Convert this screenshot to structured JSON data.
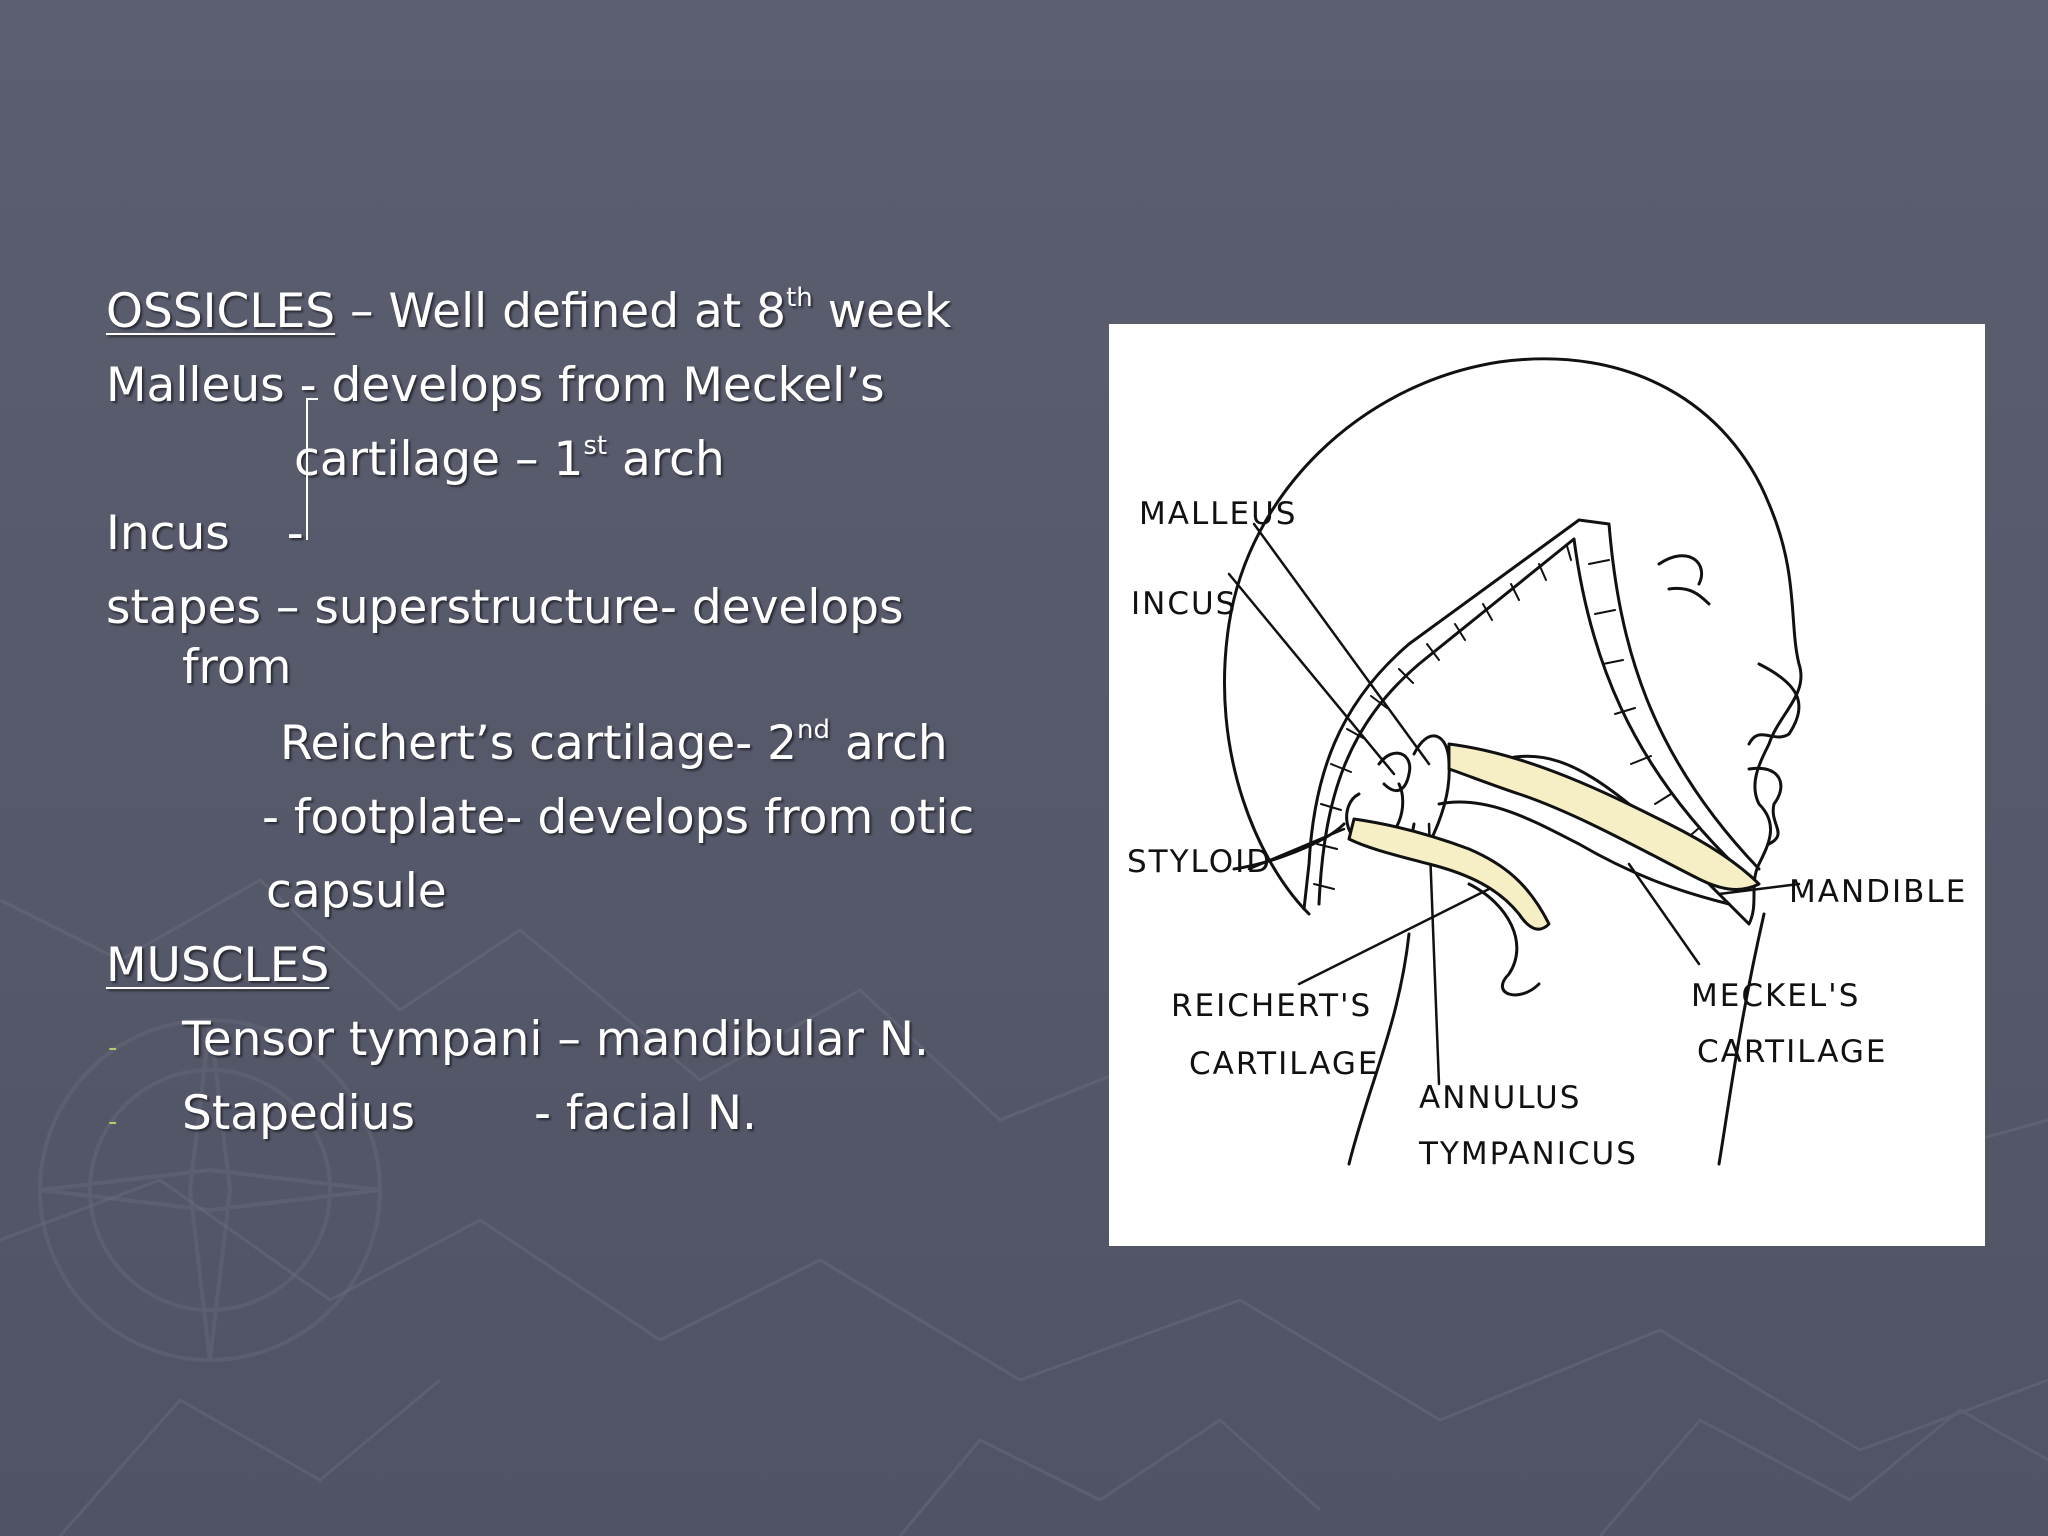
{
  "ossicles": {
    "heading": "OSSICLES",
    "heading_rest": "– Well defined at 8",
    "heading_sup": "th",
    "heading_end": " week",
    "malleus_line1": "Malleus - develops from Meckel’s",
    "malleus_line2_pre": "cartilage – 1",
    "malleus_line2_sup": "st",
    "malleus_line2_post": " arch",
    "incus": "Incus",
    "incus_dash": "-",
    "stapes_line1": "stapes – superstructure- develops",
    "stapes_line2": "from",
    "stapes_line3_pre": "Reichert’s cartilage- 2",
    "stapes_line3_sup": "nd",
    "stapes_line3_post": " arch",
    "footplate_line1": "- footplate- develops from otic",
    "footplate_line2": "capsule"
  },
  "muscles": {
    "heading": "MUSCLES",
    "bullet_marker": "-",
    "items": [
      {
        "name": "Tensor tympani",
        "nerve": "– mandibular N."
      },
      {
        "name": "Stapedius",
        "nerve": "- facial N."
      }
    ]
  },
  "figure": {
    "labels": {
      "malleus": "MALLEUS",
      "incus": "INCUS",
      "styloid": "STYLOID",
      "reicherts_1": "REICHERT'S",
      "reicherts_2": "CARTILAGE",
      "annulus_1": "ANNULUS",
      "annulus_2": "TYMPANICUS",
      "meckels_1": "MECKEL'S",
      "meckels_2": "CARTILAGE",
      "mandible": "MANDIBLE"
    }
  },
  "colors": {
    "background": "#565a6b",
    "text": "#ffffff",
    "bullet": "#b8c76a",
    "cartilage_fill": "#f6efc6"
  }
}
